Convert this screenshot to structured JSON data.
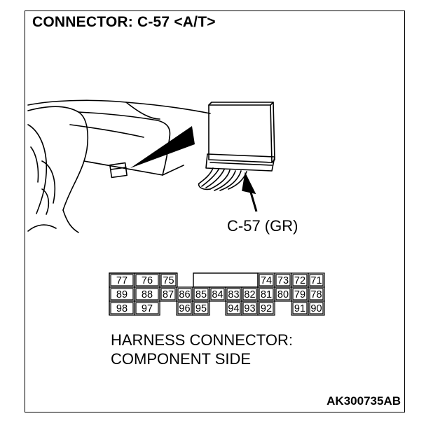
{
  "title": "CONNECTOR: C-57 <A/T>",
  "callout_label": "C-57 (GR)",
  "caption": {
    "line1": "HARNESS CONNECTOR:",
    "line2": "COMPONENT SIDE"
  },
  "reference_code": "AK300735AB",
  "connector_pins": {
    "row1": [
      {
        "label": "77"
      },
      {
        "label": "76"
      },
      {
        "label": "75"
      },
      {
        "label": "",
        "key": true
      },
      {
        "label": "74"
      },
      {
        "label": "73"
      },
      {
        "label": "72"
      },
      {
        "label": "71"
      }
    ],
    "row2": [
      {
        "label": "89"
      },
      {
        "label": "88"
      },
      {
        "label": "87"
      },
      {
        "label": "86"
      },
      {
        "label": "85"
      },
      {
        "label": "84"
      },
      {
        "label": "83"
      },
      {
        "label": "82"
      },
      {
        "label": "81"
      },
      {
        "label": "80"
      },
      {
        "label": "79"
      },
      {
        "label": "78"
      }
    ],
    "row3": [
      {
        "label": "98"
      },
      {
        "label": "97"
      },
      {
        "label": "96"
      },
      {
        "label": "95"
      },
      {
        "label": "94"
      },
      {
        "label": "93"
      },
      {
        "label": "92"
      },
      {
        "label": "91"
      },
      {
        "label": "90"
      }
    ]
  }
}
